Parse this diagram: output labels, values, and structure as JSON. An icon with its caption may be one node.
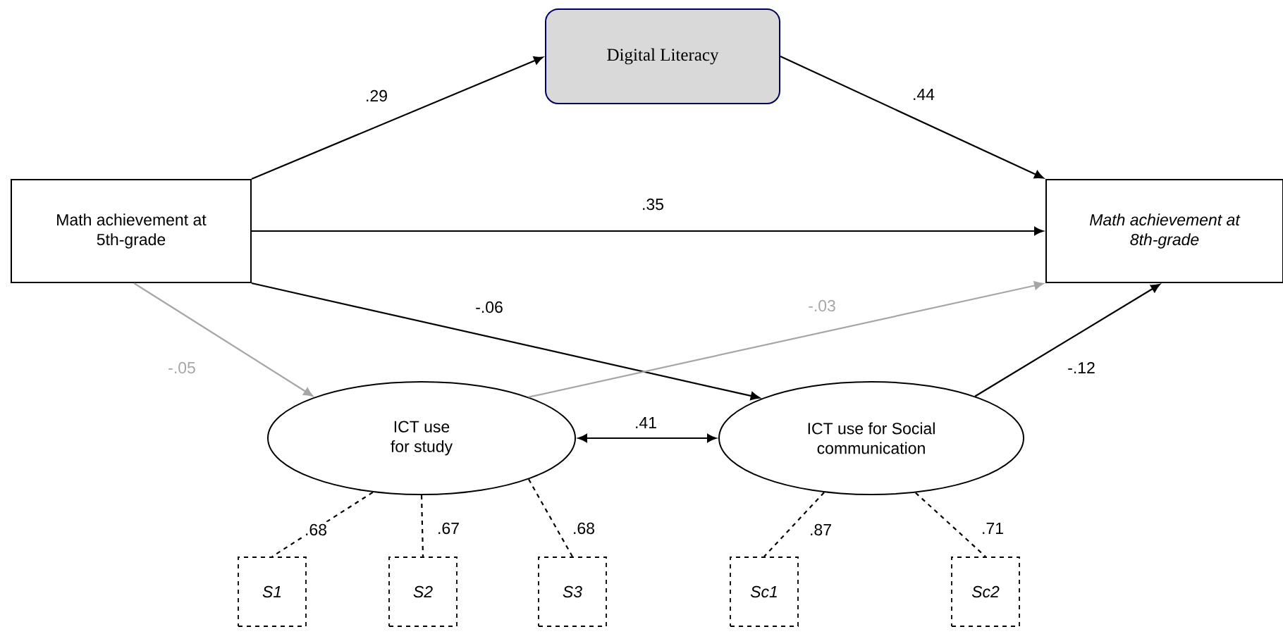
{
  "diagram": {
    "nodes": [
      {
        "text": [
          "Math achievement at 5th-grade"
        ]
      },
      {
        "text": [
          "Digital Literacy"
        ]
      },
      {
        "text": [
          "Math achievement at 8th-grade"
        ]
      },
      {
        "text": [
          "ICT use for study"
        ]
      },
      {
        "text": [
          "ICT use for Social communication"
        ]
      },
      {
        "text": [
          "S1"
        ]
      },
      {
        "text": [
          "S2"
        ]
      },
      {
        "text": [
          "S3"
        ]
      },
      {
        "text": [
          "Sc1"
        ]
      },
      {
        "text": [
          "Sc2"
        ]
      }
    ],
    "edges": [
      {
        "from": 0,
        "to": 1,
        "arrow": "to",
        "label": ".29"
      },
      {
        "from": 1,
        "to": 2,
        "arrow": "to",
        "label": ".44"
      },
      {
        "from": 0,
        "to": 2,
        "arrow": "to",
        "label": ".35"
      },
      {
        "from": 0,
        "to": 4,
        "arrow": "to",
        "label": "-.06"
      },
      {
        "from": 0,
        "to": 3,
        "arrow": "to",
        "label": "-.05",
        "color": "#a6a6a6"
      },
      {
        "from": 3,
        "to": 2,
        "arrow": "to",
        "label": "-.03",
        "color": "#a6a6a6"
      },
      {
        "from": 4,
        "to": 2,
        "arrow": "to",
        "label": "-.12"
      },
      {
        "from": 3,
        "to": 4,
        "arrow": "both",
        "label": ".41"
      },
      {
        "from": 3,
        "to": 5,
        "arrow": "none",
        "label": ".68",
        "style": "dashed"
      },
      {
        "from": 3,
        "to": 6,
        "arrow": "none",
        "label": ".67",
        "style": "dashed"
      },
      {
        "from": 3,
        "to": 7,
        "arrow": "none",
        "label": ".68",
        "style": "dashed"
      },
      {
        "from": 4,
        "to": 8,
        "arrow": "none",
        "label": ".87",
        "style": "dashed"
      },
      {
        "from": 4,
        "to": 9,
        "arrow": "none",
        "label": ".71",
        "style": "dashed"
      }
    ]
  }
}
